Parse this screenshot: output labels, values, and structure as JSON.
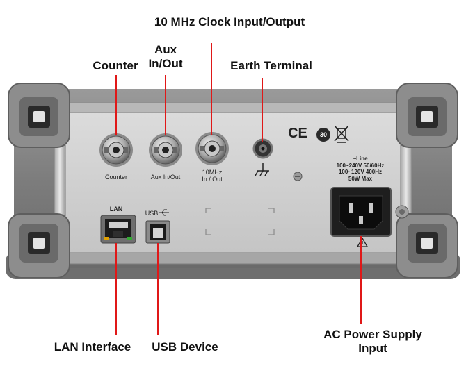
{
  "callouts": {
    "clock": "10 MHz Clock Input/Output",
    "aux_line1": "Aux",
    "aux_line2": "In/Out",
    "counter": "Counter",
    "earth": "Earth Terminal",
    "lan": "LAN Interface",
    "usb": "USB Device",
    "ac_line1": "AC Power Supply",
    "ac_line2": "Input"
  },
  "panel": {
    "counter_label": "Counter",
    "aux_label": "Aux In/Out",
    "mhz_line1": "10MHz",
    "mhz_line2": "In / Out",
    "lan_label": "LAN",
    "usb_label": "USB",
    "line_title": "~Line",
    "line_spec1": "100~240V  50/60Hz",
    "line_spec2": "100~120V    400Hz",
    "line_spec3": "50W Max",
    "ce_mark": "CE",
    "age_mark": "30"
  },
  "colors": {
    "callout_line": "#e01818",
    "panel": "#cfcfcf",
    "frame": "#8c8c8c"
  }
}
